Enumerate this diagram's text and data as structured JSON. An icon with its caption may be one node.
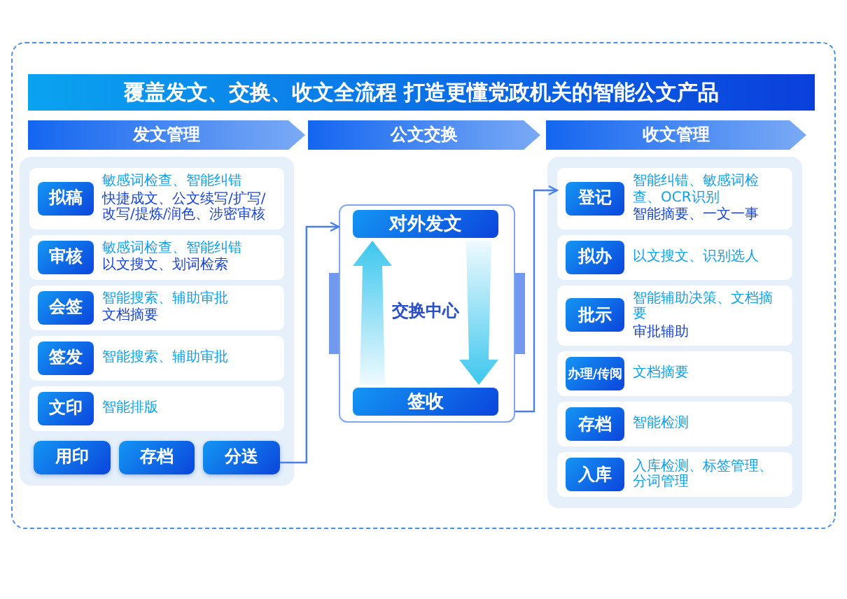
{
  "diagram": {
    "title": "覆盖发文、交换、收文全流程 打造更懂党政机关的智能公文产品",
    "nodes": [
      {
        "text": [
          "发文管理"
        ]
      },
      {
        "text": [
          "公文交换"
        ]
      },
      {
        "text": [
          "收文管理"
        ]
      },
      {
        "text": [],
        "shape": "box"
      },
      {
        "text": [
          "拟稿",
          "敏感词检查、智能纠错",
          "快捷成文、公文续写/扩写/改写/提炼/润色、涉密审核"
        ],
        "in": 3
      },
      {
        "text": [
          "审核",
          "敏感词检查、智能纠错",
          "以文搜文、划词检索"
        ],
        "in": 3
      },
      {
        "text": [
          "会签",
          "智能搜索、辅助审批",
          "文档摘要"
        ],
        "in": 3
      },
      {
        "text": [
          "签发",
          "智能搜索、辅助审批"
        ],
        "in": 3
      },
      {
        "text": [
          "文印",
          "智能排版"
        ],
        "in": 3
      },
      {
        "text": [
          "用印"
        ],
        "in": 3
      },
      {
        "text": [
          "存档"
        ],
        "in": 3
      },
      {
        "text": [
          "分送"
        ],
        "in": 3
      },
      {
        "text": [
          "交换中心"
        ]
      },
      {
        "text": [
          "对外发文"
        ],
        "in": 12
      },
      {
        "text": [
          "签收"
        ],
        "in": 12
      },
      {
        "text": [],
        "shape": "box"
      },
      {
        "text": [
          "登记",
          "智能纠错、敏感词检查、OCR识别",
          "智能摘要、一文一事"
        ],
        "in": 15
      },
      {
        "text": [
          "拟办",
          "以文搜文、识别选人"
        ],
        "in": 15
      },
      {
        "text": [
          "批示",
          "智能辅助决策、文档摘要",
          "审批辅助"
        ],
        "in": 15
      },
      {
        "text": [
          "办理/传阅",
          "文档摘要"
        ],
        "in": 15
      },
      {
        "text": [
          "存档",
          "智能检测"
        ],
        "in": 15
      },
      {
        "text": [
          "入库",
          "入库检测、标签管理、分词管理"
        ],
        "in": 15
      }
    ],
    "edges": [
      {
        "from": 11,
        "to": 12,
        "arrow": "to"
      },
      {
        "from": 12,
        "to": 16,
        "arrow": "to"
      },
      {
        "from": 14,
        "to": 13,
        "arrow": "to",
        "style": "thick"
      },
      {
        "from": 13,
        "to": 14,
        "arrow": "to",
        "style": "thick"
      }
    ]
  }
}
